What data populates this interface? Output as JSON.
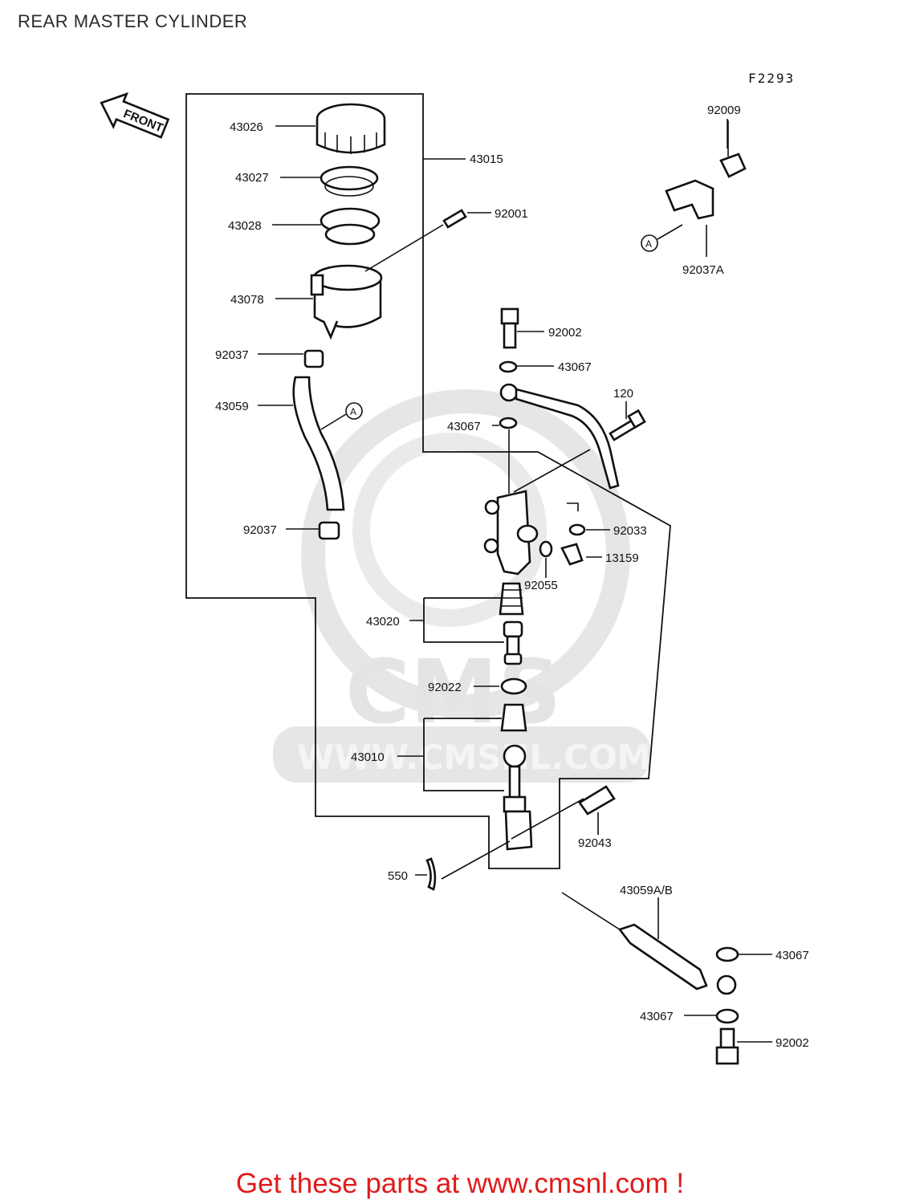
{
  "title": "REAR MASTER CYLINDER",
  "diagram_code": "F2293",
  "front_label": "FRONT",
  "footer": "Get these parts at www.cmsnl.com !",
  "watermark": {
    "logo_text": "CMS",
    "url_text": "WWW.CMSNL.COM"
  },
  "parts": [
    {
      "id": "43026"
    },
    {
      "id": "43027"
    },
    {
      "id": "43028"
    },
    {
      "id": "92001"
    },
    {
      "id": "43078"
    },
    {
      "id": "43015"
    },
    {
      "id": "92037"
    },
    {
      "id": "43059"
    },
    {
      "id": "92037"
    },
    {
      "id": "92009"
    },
    {
      "id": "92037A"
    },
    {
      "id": "92002"
    },
    {
      "id": "43067"
    },
    {
      "id": "43067"
    },
    {
      "id": "120"
    },
    {
      "id": "92033"
    },
    {
      "id": "13159"
    },
    {
      "id": "92055"
    },
    {
      "id": "43020"
    },
    {
      "id": "92022"
    },
    {
      "id": "43010"
    },
    {
      "id": "92043"
    },
    {
      "id": "550"
    },
    {
      "id": "43059A/B"
    },
    {
      "id": "43067"
    },
    {
      "id": "43067"
    },
    {
      "id": "92002"
    }
  ],
  "callout_marks": [
    "A",
    "A"
  ]
}
